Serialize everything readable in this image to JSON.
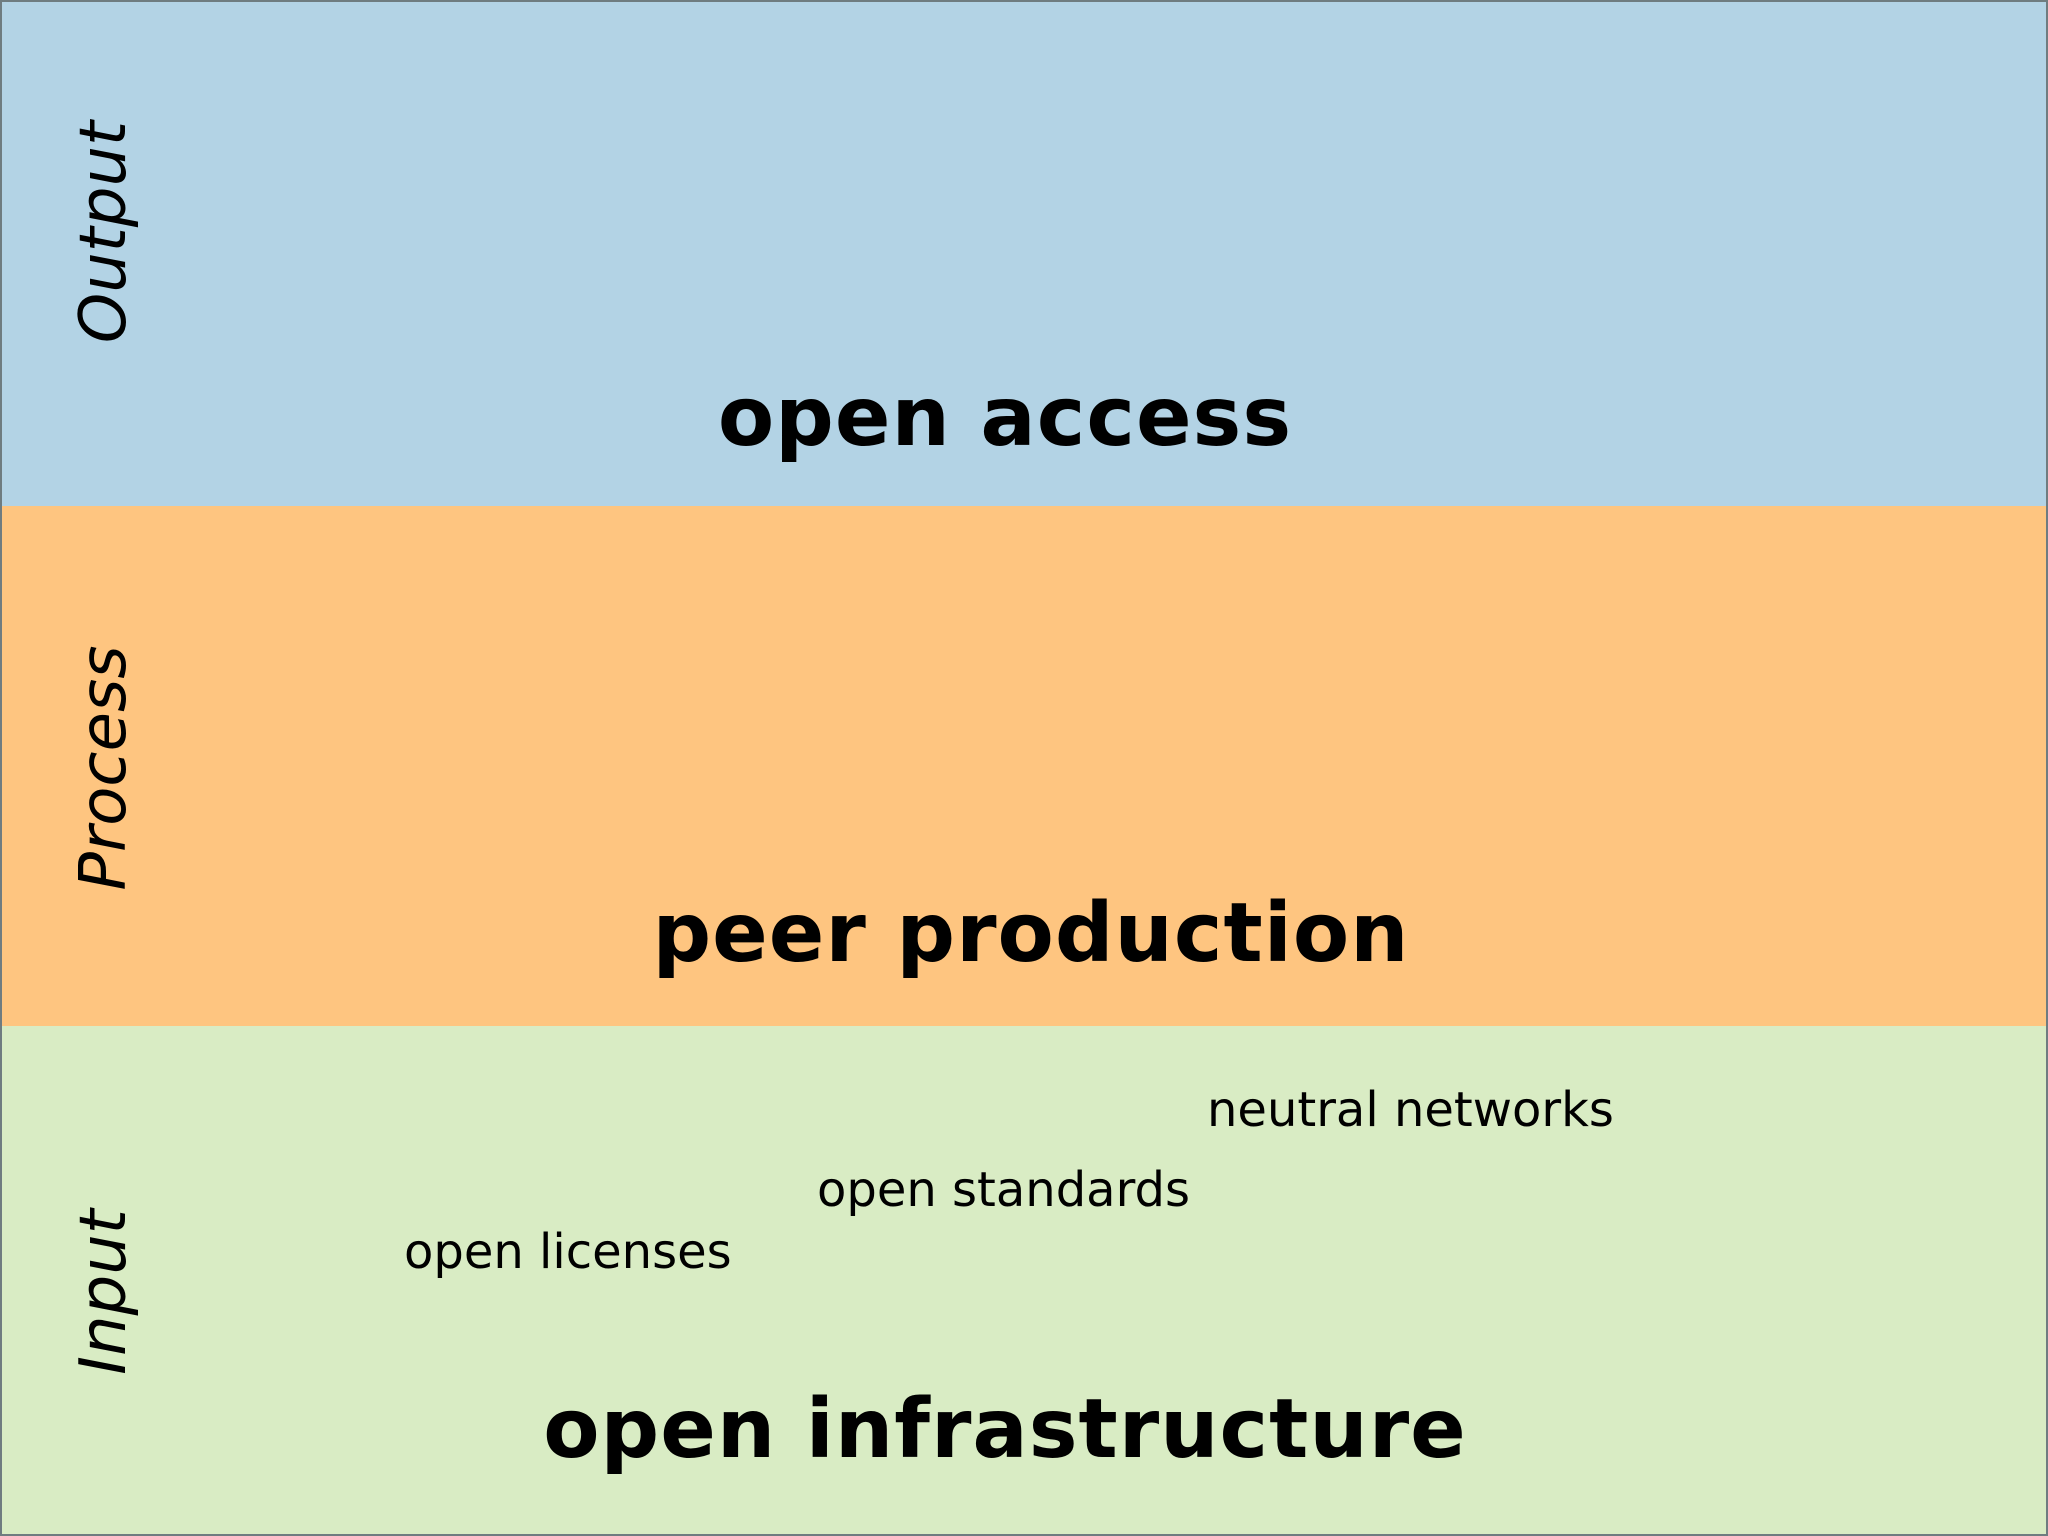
{
  "layers": [
    {
      "id": "output",
      "label": "Output",
      "title": "open access",
      "color": "#b3d3e5",
      "items": []
    },
    {
      "id": "process",
      "label": "Process",
      "title": "peer production",
      "color": "#fec580",
      "items": []
    },
    {
      "id": "input",
      "label": "Input",
      "title": "open infrastructure",
      "color": "#d9ecc4",
      "items": [
        "neutral networks",
        "open standards",
        "open licenses"
      ]
    }
  ],
  "colors": {
    "border": "#6f7c80",
    "text": "#000000"
  }
}
